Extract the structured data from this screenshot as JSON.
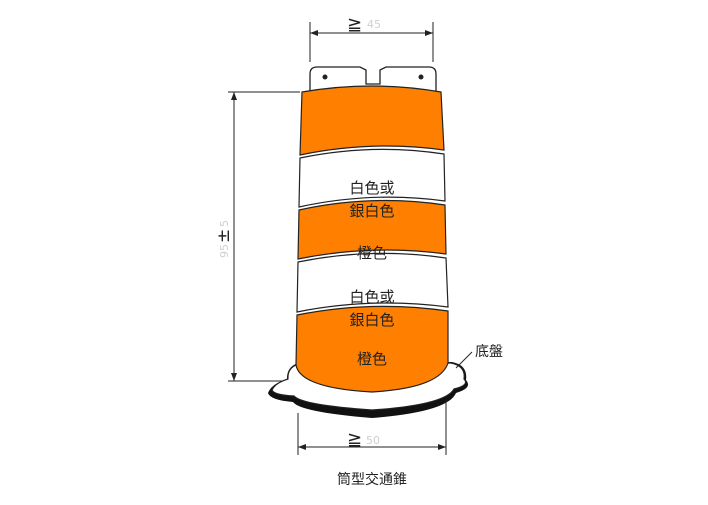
{
  "dimensions": {
    "top_width": {
      "symbol": "≧",
      "value": "45"
    },
    "height": {
      "symbol": "±",
      "value": "95",
      "tolerance": "5"
    },
    "base_width": {
      "symbol": "≧",
      "value": "50"
    }
  },
  "bands": [
    {
      "color_name": "orange",
      "fill": "#ff8000",
      "label_line1": "",
      "label_line2": ""
    },
    {
      "color_name": "white",
      "fill": "#ffffff",
      "label_line1": "白色或",
      "label_line2": "銀白色"
    },
    {
      "color_name": "orange",
      "fill": "#ff8000",
      "label_line1": "橙色",
      "label_line2": ""
    },
    {
      "color_name": "white",
      "fill": "#ffffff",
      "label_line1": "白色或",
      "label_line2": "銀白色"
    },
    {
      "color_name": "orange",
      "fill": "#ff8000",
      "label_line1": "橙色",
      "label_line2": ""
    }
  ],
  "base_label": "底盤",
  "caption": "筒型交通錐",
  "colors": {
    "orange": "#ff8000",
    "outline": "#222222",
    "dimension_text": "#cfcfcf"
  }
}
